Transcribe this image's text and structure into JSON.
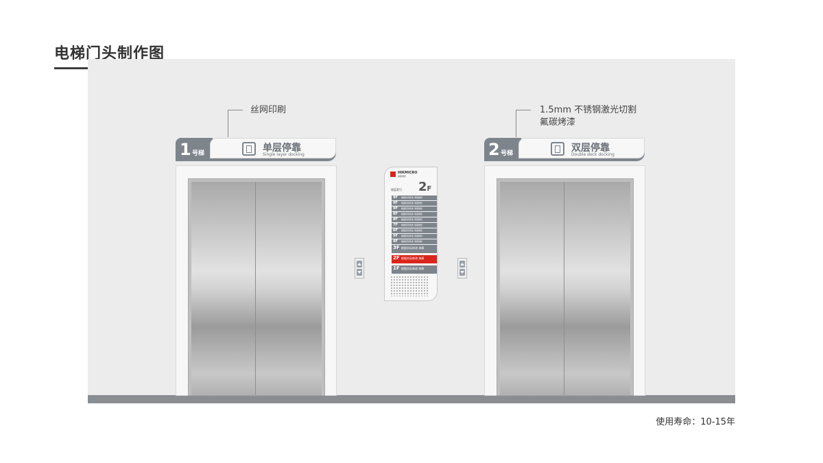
{
  "title": "电梯门头制作图",
  "notes": {
    "left": "丝网印刷",
    "right_line1": "1.5mm 不锈钢激光切割",
    "right_line2": "氟碳烤漆"
  },
  "lifespan": "使用寿命：10-15年",
  "elevators": [
    {
      "number": "1",
      "suffix": "号梯",
      "label_cn": "单层停靠",
      "label_en": "Single layer docking"
    },
    {
      "number": "2",
      "suffix": "号梯",
      "label_cn": "双层停靠",
      "label_en": "Double deck docking"
    }
  ],
  "directory": {
    "brand": "HIKMICRO",
    "brand_cn": "海康微影",
    "heading": "楼层索引",
    "current_floor": "2",
    "current_floor_suffix": "F",
    "rows": [
      {
        "floor": "9F",
        "text": "根据实际修改 海康微影"
      },
      {
        "floor": "9F",
        "text": "根据实际修改 海康微影"
      },
      {
        "floor": "9F",
        "text": "根据实际修改 海康微影"
      },
      {
        "floor": "8F",
        "text": "根据实际修改 海康微影"
      },
      {
        "floor": "8F",
        "text": "根据实际修改 海康微影"
      },
      {
        "floor": "7F",
        "text": "根据实际修改 海康微影"
      },
      {
        "floor": "6F",
        "text": "根据实际修改 海康微影"
      },
      {
        "floor": "5F",
        "text": "根据实际修改 海康微影"
      },
      {
        "floor": "4F",
        "text": "根据实际修改 海康微影"
      },
      {
        "floor": "3F",
        "text": "根据实际修改 海康"
      },
      {
        "floor": "2F",
        "text": "根据实际修改 海康",
        "active": true
      },
      {
        "floor": "1F",
        "text": "根据实际修改 海康"
      }
    ]
  },
  "colors": {
    "accent": "#7d848c",
    "highlight": "#d9261c",
    "wall": "#ececec"
  }
}
